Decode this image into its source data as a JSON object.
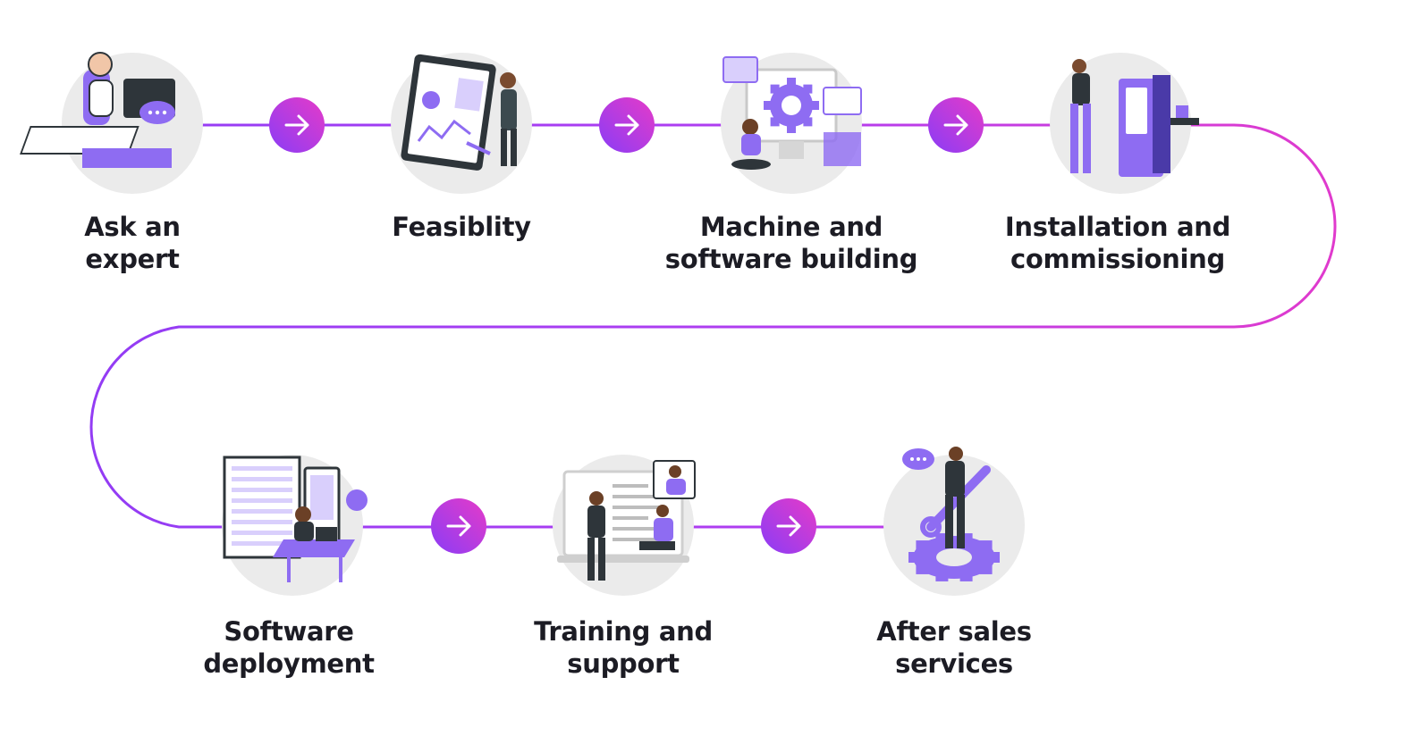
{
  "colors": {
    "path_start": "#8f3cf5",
    "path_mid": "#b13df0",
    "path_end": "#e83ac7",
    "arrow_start": "#8a3cf6",
    "arrow_end": "#e63bc8",
    "circle_bg": "#ebebeb",
    "illustration_accent": "#8e6cf2",
    "illustration_dark": "#2e353a",
    "text": "#1c1c24"
  },
  "steps": [
    {
      "id": "ask-an-expert",
      "lines": [
        "Ask an",
        "expert"
      ],
      "icon": "support-agent-icon"
    },
    {
      "id": "feasibility",
      "lines": [
        "Feasiblity"
      ],
      "icon": "analytics-board-icon"
    },
    {
      "id": "machine-and-software-building",
      "lines": [
        "Machine and",
        "software building"
      ],
      "icon": "gear-monitor-icon"
    },
    {
      "id": "installation-and-commissioning",
      "lines": [
        "Installation and",
        "commissioning"
      ],
      "icon": "machine-operator-icon"
    },
    {
      "id": "software-deployment",
      "lines": [
        "Software",
        "deployment"
      ],
      "icon": "developer-desk-icon"
    },
    {
      "id": "training-and-support",
      "lines": [
        "Training and",
        "support"
      ],
      "icon": "training-session-icon"
    },
    {
      "id": "after-sales-services",
      "lines": [
        "After sales",
        "services"
      ],
      "icon": "wrench-gear-icon"
    }
  ],
  "connectors": 5
}
